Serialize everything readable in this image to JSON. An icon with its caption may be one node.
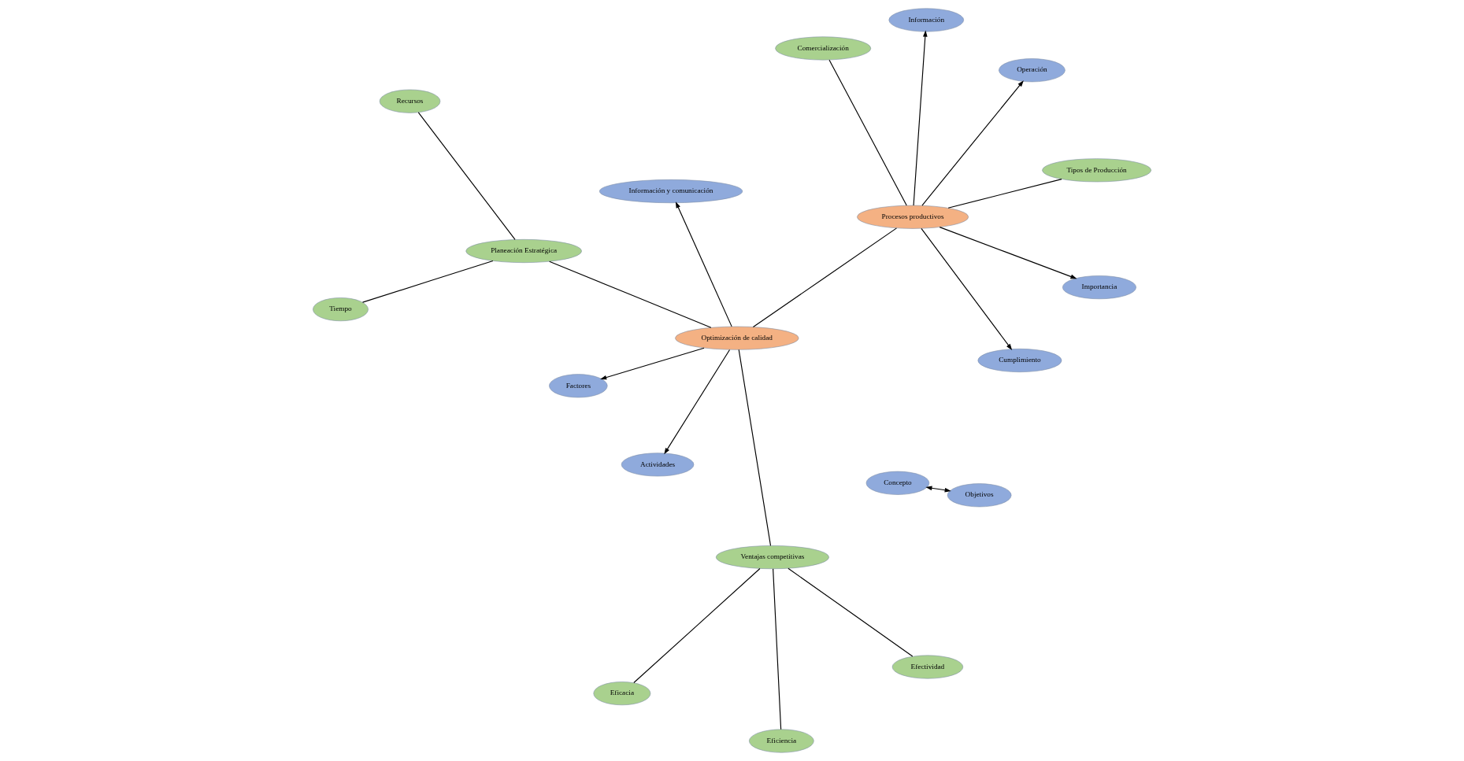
{
  "diagram": {
    "nodes": [
      {
        "text": [
          "Optimización de calidad"
        ]
      },
      {
        "text": [
          "Procesos productivos"
        ]
      },
      {
        "text": [
          "Tiempo"
        ]
      },
      {
        "text": [
          "Recursos"
        ]
      },
      {
        "text": [
          "Planeación Estratégica"
        ]
      },
      {
        "text": [
          "Información y comunicación"
        ]
      },
      {
        "text": [
          "Actividades"
        ]
      },
      {
        "text": [
          "Ventajas competitivas"
        ]
      },
      {
        "text": [
          "Eficacia"
        ]
      },
      {
        "text": [
          "Efectividad"
        ]
      },
      {
        "text": [
          "Eficiencia"
        ]
      },
      {
        "text": [
          "Factores"
        ]
      },
      {
        "text": [
          "Concepto"
        ]
      },
      {
        "text": [
          "Objetivos"
        ]
      },
      {
        "text": [
          "Tipos de Producción"
        ]
      },
      {
        "text": [
          "Operación"
        ]
      },
      {
        "text": [
          "Información"
        ]
      },
      {
        "text": [
          "Cumplimiento"
        ]
      },
      {
        "text": [
          "Importancia"
        ]
      },
      {
        "text": [
          "Comercialización"
        ]
      }
    ],
    "edges": [
      {
        "from": 0,
        "to": 4,
        "arrow": "none"
      },
      {
        "from": 4,
        "to": 2,
        "arrow": "none"
      },
      {
        "from": 4,
        "to": 3,
        "arrow": "none"
      },
      {
        "from": 0,
        "to": 5,
        "arrow": "to"
      },
      {
        "from": 0,
        "to": 6,
        "arrow": "to"
      },
      {
        "from": 0,
        "to": 7,
        "arrow": "none"
      },
      {
        "from": 7,
        "to": 8,
        "arrow": "none"
      },
      {
        "from": 7,
        "to": 10,
        "arrow": "none"
      },
      {
        "from": 7,
        "to": 9,
        "arrow": "none"
      },
      {
        "from": 0,
        "to": 11,
        "arrow": "to"
      },
      {
        "from": 0,
        "to": 1,
        "arrow": "none"
      },
      {
        "from": 12,
        "to": 13,
        "arrow": "both"
      },
      {
        "from": 1,
        "to": 14,
        "arrow": "none"
      },
      {
        "from": 1,
        "to": 15,
        "arrow": "to"
      },
      {
        "from": 1,
        "to": 16,
        "arrow": "to"
      },
      {
        "from": 1,
        "to": 17,
        "arrow": "to"
      },
      {
        "from": 1,
        "to": 18,
        "arrow": "to"
      },
      {
        "from": 1,
        "to": 19,
        "arrow": "none"
      }
    ]
  }
}
